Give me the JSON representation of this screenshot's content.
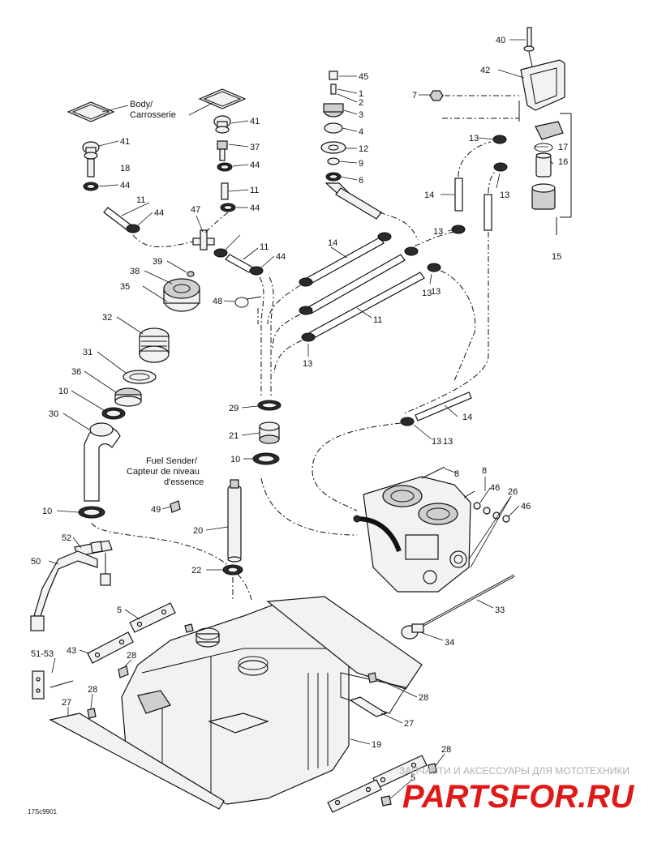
{
  "labels": {
    "body": "Body/",
    "carrosserie": "Carrosserie",
    "fuel_sender_1": "Fuel Sender/",
    "fuel_sender_2": "Capteur de niveau",
    "fuel_sender_3": "d'essence"
  },
  "drawing_code": "17Sc9901",
  "watermark": {
    "tagline": "ЗАПЧАСТИ И АКСЕССУАРЫ ДЛЯ МОТОТЕХНИКИ",
    "brand": "PARTSFOR.RU"
  },
  "callouts": [
    "40",
    "42",
    "7",
    "45",
    "1",
    "2",
    "3",
    "4",
    "12",
    "9",
    "6",
    "41",
    "37",
    "44",
    "41",
    "18",
    "44",
    "11",
    "11",
    "44",
    "47",
    "44",
    "11",
    "44",
    "17",
    "16",
    "13",
    "13",
    "14",
    "13",
    "13",
    "15",
    "14",
    "13",
    "13",
    "11",
    "13",
    "39",
    "38",
    "35",
    "48",
    "32",
    "31",
    "36",
    "10",
    "30",
    "29",
    "21",
    "10",
    "20",
    "22",
    "49",
    "10",
    "52",
    "50",
    "5",
    "43",
    "51-53",
    "28",
    "28",
    "27",
    "8",
    "8",
    "46",
    "26",
    "46",
    "33",
    "34",
    "14",
    "13",
    "28",
    "27",
    "19",
    "28",
    "5"
  ]
}
